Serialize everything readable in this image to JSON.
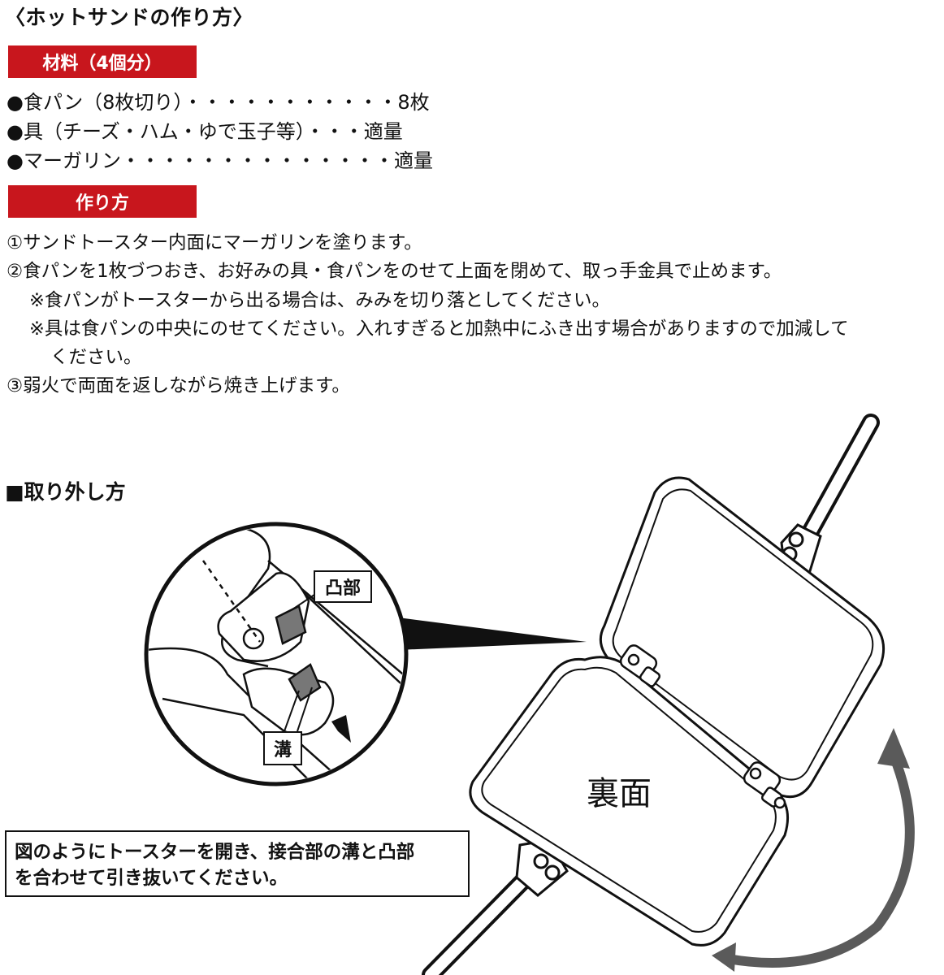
{
  "title": "〈ホットサンドの作り方〉",
  "ingredients": {
    "header": "材料（4個分）",
    "items": [
      "●食パン（8枚切り）・・・・・・・・・・・8枚",
      "●具（チーズ・ハム・ゆで玉子等）・・・適量",
      "●マーガリン・・・・・・・・・・・・・・適量"
    ]
  },
  "method": {
    "header": "作り方",
    "steps": [
      "①サンドトースター内面にマーガリンを塗ります。",
      "②食パンを1枚づつおき、お好みの具・食パンをのせて上面を閉めて、取っ手金具で止めます。",
      "※食パンがトースターから出る場合は、みみを切り落としてください。",
      "※具は食パンの中央にのせてください。入れすぎると加熱中にふき出す場合がありますので加減して",
      "ください。",
      "③弱火で両面を返しながら焼き上げます。"
    ]
  },
  "removal": {
    "title": "■取り外し方",
    "label_convex": "凸部",
    "label_groove": "溝",
    "back_label": "裏面",
    "instruction_line1": "図のようにトースターを開き、接合部の溝と凸部",
    "instruction_line2": "を合わせて引き抜いてください。"
  },
  "colors": {
    "header_bg": "#c8161d",
    "header_text": "#ffffff",
    "arrow": "#5a5a5a"
  }
}
